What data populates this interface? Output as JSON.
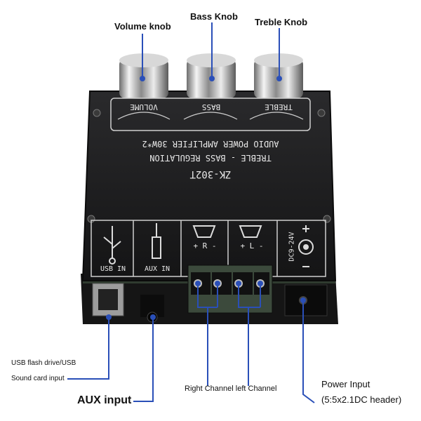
{
  "callouts": {
    "volume_knob": "Volume knob",
    "bass_knob": "Bass Knob",
    "treble_knob": "Treble Knob",
    "usb_flash": "USB flash drive/USB",
    "sound_card": "Sound card input",
    "aux_input": "AUX input",
    "channels": "Right Channel left Channel",
    "power_input_line1": "Power Input",
    "power_input_line2": "(5:5x2.1DC header)"
  },
  "board": {
    "knob_labels": [
      "VOLUME",
      "BASS",
      "TREBLE"
    ],
    "line1": "AUDIO POWER AMPLIFIER 30W*2",
    "line2": "TREBLE - BASS REGULATION",
    "model": "ZK-302T",
    "usb_label": "USB IN",
    "aux_label": "AUX IN",
    "right_label": "+ R -",
    "left_label": "+ L -",
    "dc_label": "DC9-24V"
  },
  "colors": {
    "board": "#1d1d1f",
    "accent": "#2a4fb8",
    "background": "#ffffff"
  }
}
